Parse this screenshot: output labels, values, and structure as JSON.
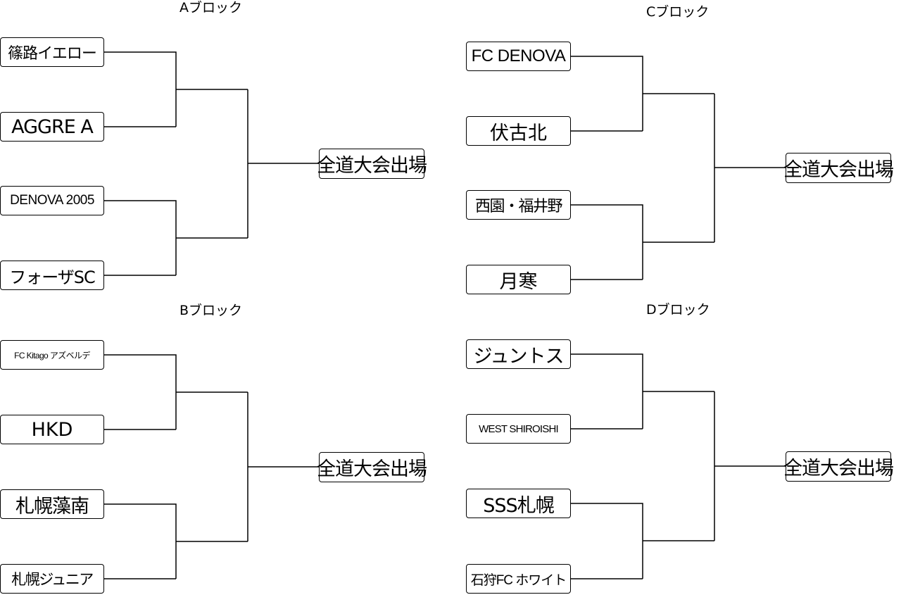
{
  "blocks": {
    "a": {
      "title": "Aブロック",
      "teams": [
        "篠路イエロー",
        "AGGRE A",
        "DENOVA 2005",
        "フォーザSC"
      ],
      "result": "全道大会出場"
    },
    "b": {
      "title": "Bブロック",
      "teams": [
        "FC Kitago アズベルデ",
        "HKD",
        "札幌藻南",
        "札幌ジュニア"
      ],
      "result": "全道大会出場"
    },
    "c": {
      "title": "Cブロック",
      "teams": [
        "FC DENOVA",
        "伏古北",
        "西園・福井野",
        "月寒"
      ],
      "result": "全道大会出場"
    },
    "d": {
      "title": "Dブロック",
      "teams": [
        "ジュントス",
        "WEST SHIROISHI",
        "SSS札幌",
        "石狩FC ホワイト"
      ],
      "result": "全道大会出場"
    }
  }
}
